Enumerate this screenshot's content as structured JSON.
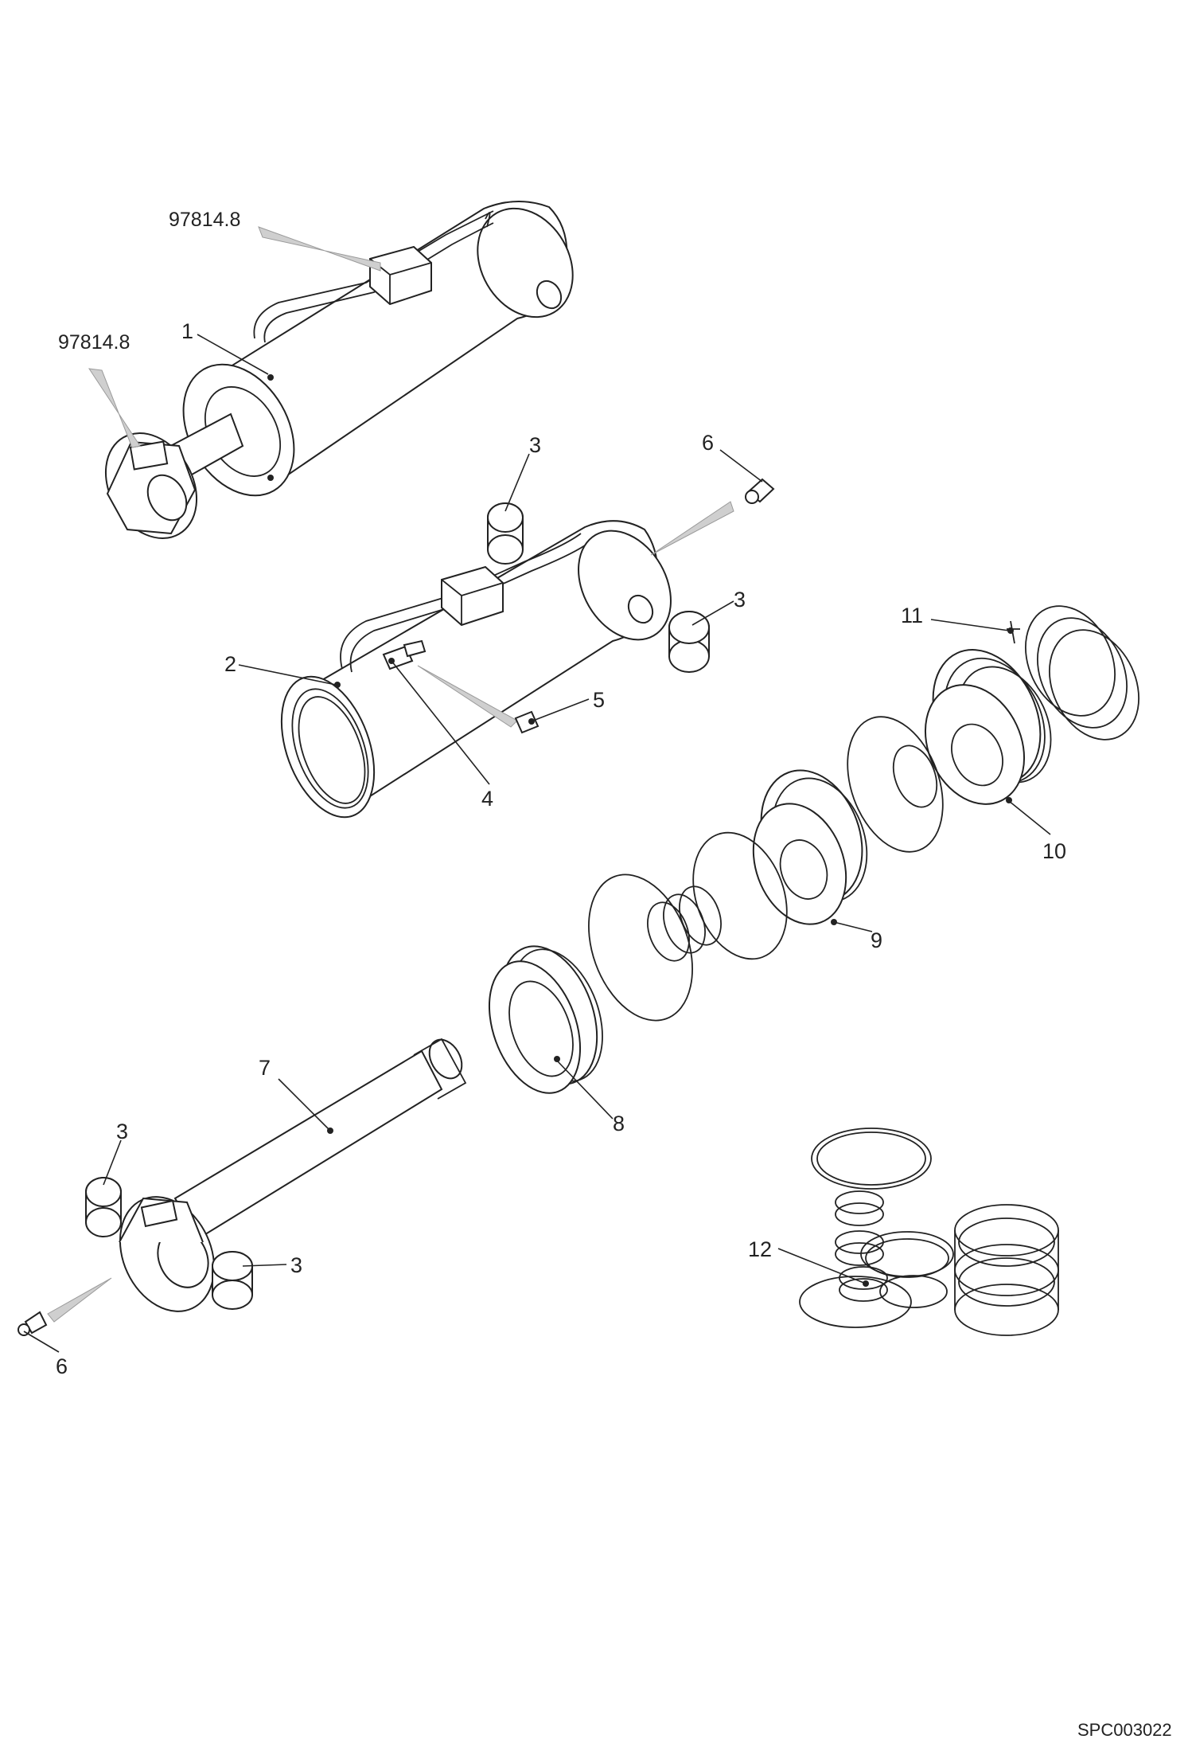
{
  "drawing_code": "SPC003022",
  "references": {
    "upper": "97814.8",
    "left": "97814.8"
  },
  "callouts": {
    "c1": "1",
    "c2": "2",
    "c3a": "3",
    "c3b": "3",
    "c3c": "3",
    "c3d": "3",
    "c4": "4",
    "c5": "5",
    "c6a": "6",
    "c6b": "6",
    "c7": "7",
    "c8": "8",
    "c9": "9",
    "c10": "10",
    "c11": "11",
    "c12": "12"
  }
}
